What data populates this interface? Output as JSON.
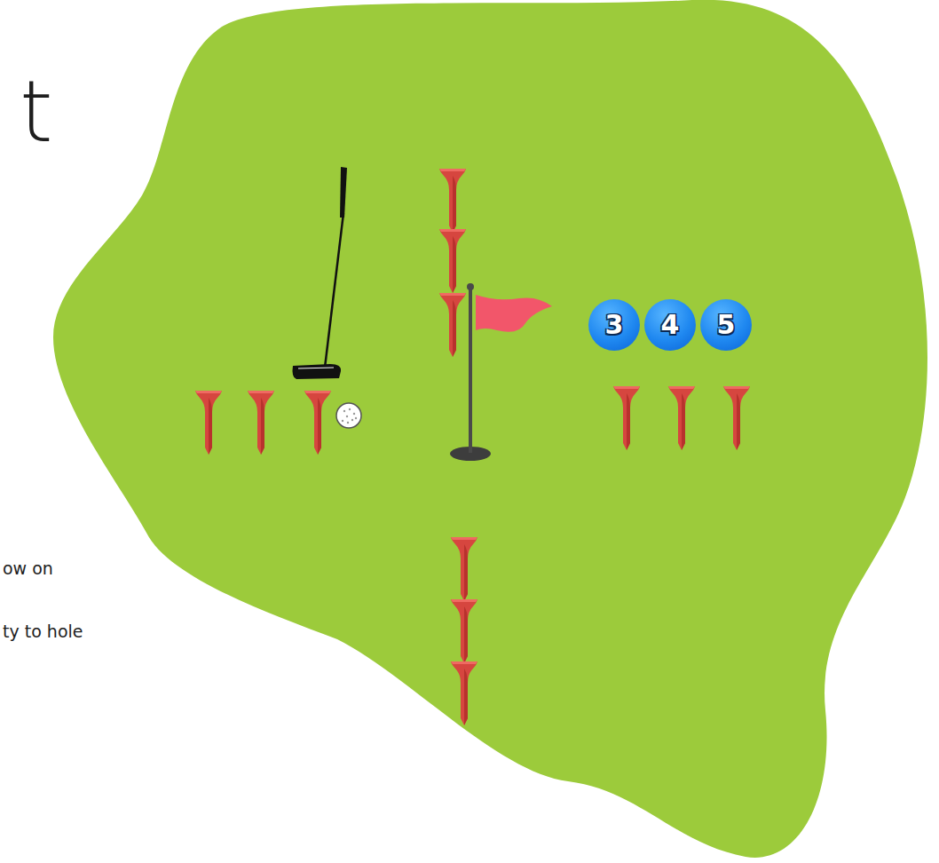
{
  "diagram": {
    "title": "t",
    "nodes": [
      {
        "text": [
          "3"
        ]
      },
      {
        "text": [
          "4"
        ]
      },
      {
        "text": [
          "5"
        ]
      }
    ],
    "labels": [
      "ow on",
      "ty to hole"
    ]
  }
}
